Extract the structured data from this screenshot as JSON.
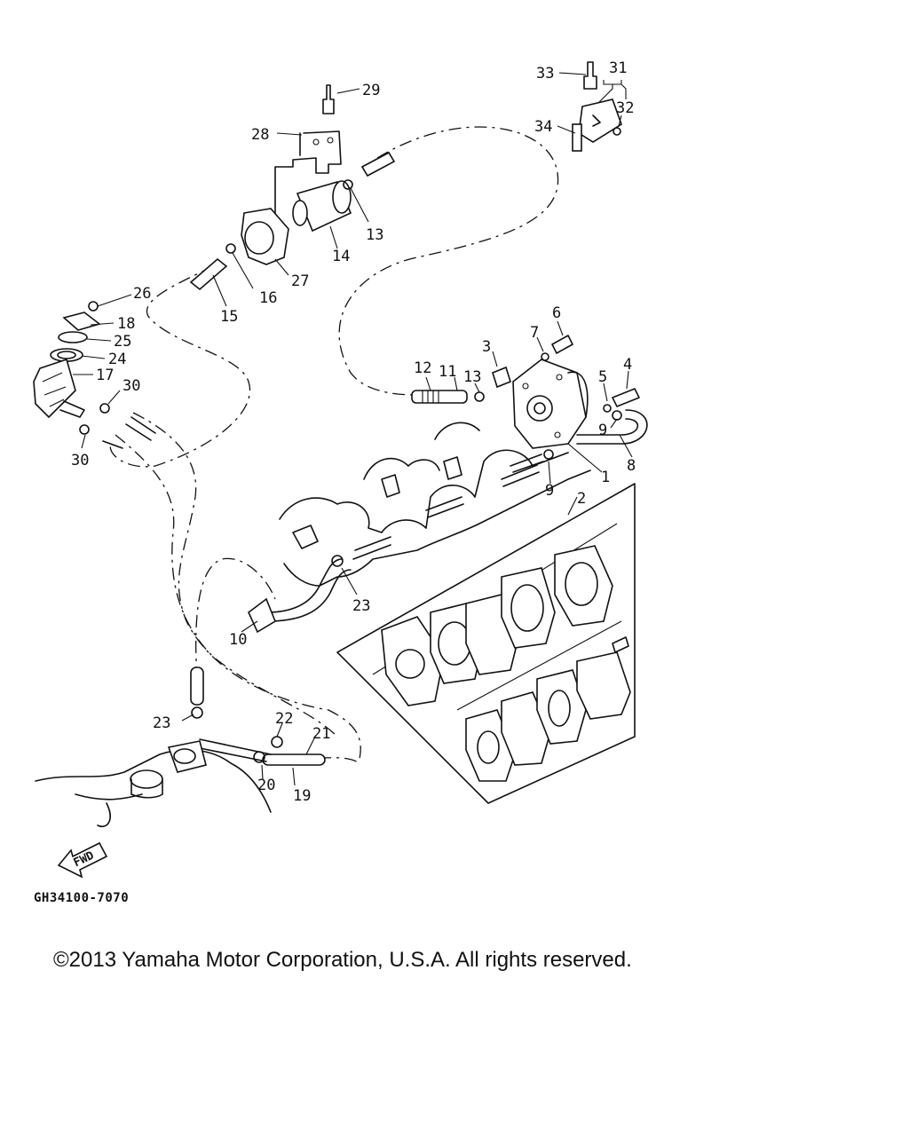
{
  "diagram": {
    "drawing_code": "GH34100-7070",
    "fwd_label": "FWD",
    "copyright": "©2013 Yamaha Motor Corporation, U.S.A. All rights reserved.",
    "callouts": [
      {
        "id": "1",
        "text": "1"
      },
      {
        "id": "2",
        "text": "2"
      },
      {
        "id": "3",
        "text": "3"
      },
      {
        "id": "4",
        "text": "4"
      },
      {
        "id": "5",
        "text": "5"
      },
      {
        "id": "6",
        "text": "6"
      },
      {
        "id": "7",
        "text": "7"
      },
      {
        "id": "8",
        "text": "8"
      },
      {
        "id": "9a",
        "text": "9"
      },
      {
        "id": "9b",
        "text": "9"
      },
      {
        "id": "10",
        "text": "10"
      },
      {
        "id": "11",
        "text": "11"
      },
      {
        "id": "12",
        "text": "12"
      },
      {
        "id": "13a",
        "text": "13"
      },
      {
        "id": "13b",
        "text": "13"
      },
      {
        "id": "14",
        "text": "14"
      },
      {
        "id": "15",
        "text": "15"
      },
      {
        "id": "16",
        "text": "16"
      },
      {
        "id": "17",
        "text": "17"
      },
      {
        "id": "18",
        "text": "18"
      },
      {
        "id": "19",
        "text": "19"
      },
      {
        "id": "20",
        "text": "20"
      },
      {
        "id": "21",
        "text": "21"
      },
      {
        "id": "22",
        "text": "22"
      },
      {
        "id": "23a",
        "text": "23"
      },
      {
        "id": "23b",
        "text": "23"
      },
      {
        "id": "24",
        "text": "24"
      },
      {
        "id": "25",
        "text": "25"
      },
      {
        "id": "26",
        "text": "26"
      },
      {
        "id": "27",
        "text": "27"
      },
      {
        "id": "28",
        "text": "28"
      },
      {
        "id": "29",
        "text": "29"
      },
      {
        "id": "30a",
        "text": "30"
      },
      {
        "id": "30b",
        "text": "30"
      },
      {
        "id": "31",
        "text": "31"
      },
      {
        "id": "32",
        "text": "32"
      },
      {
        "id": "33",
        "text": "33"
      },
      {
        "id": "34",
        "text": "34"
      }
    ]
  }
}
